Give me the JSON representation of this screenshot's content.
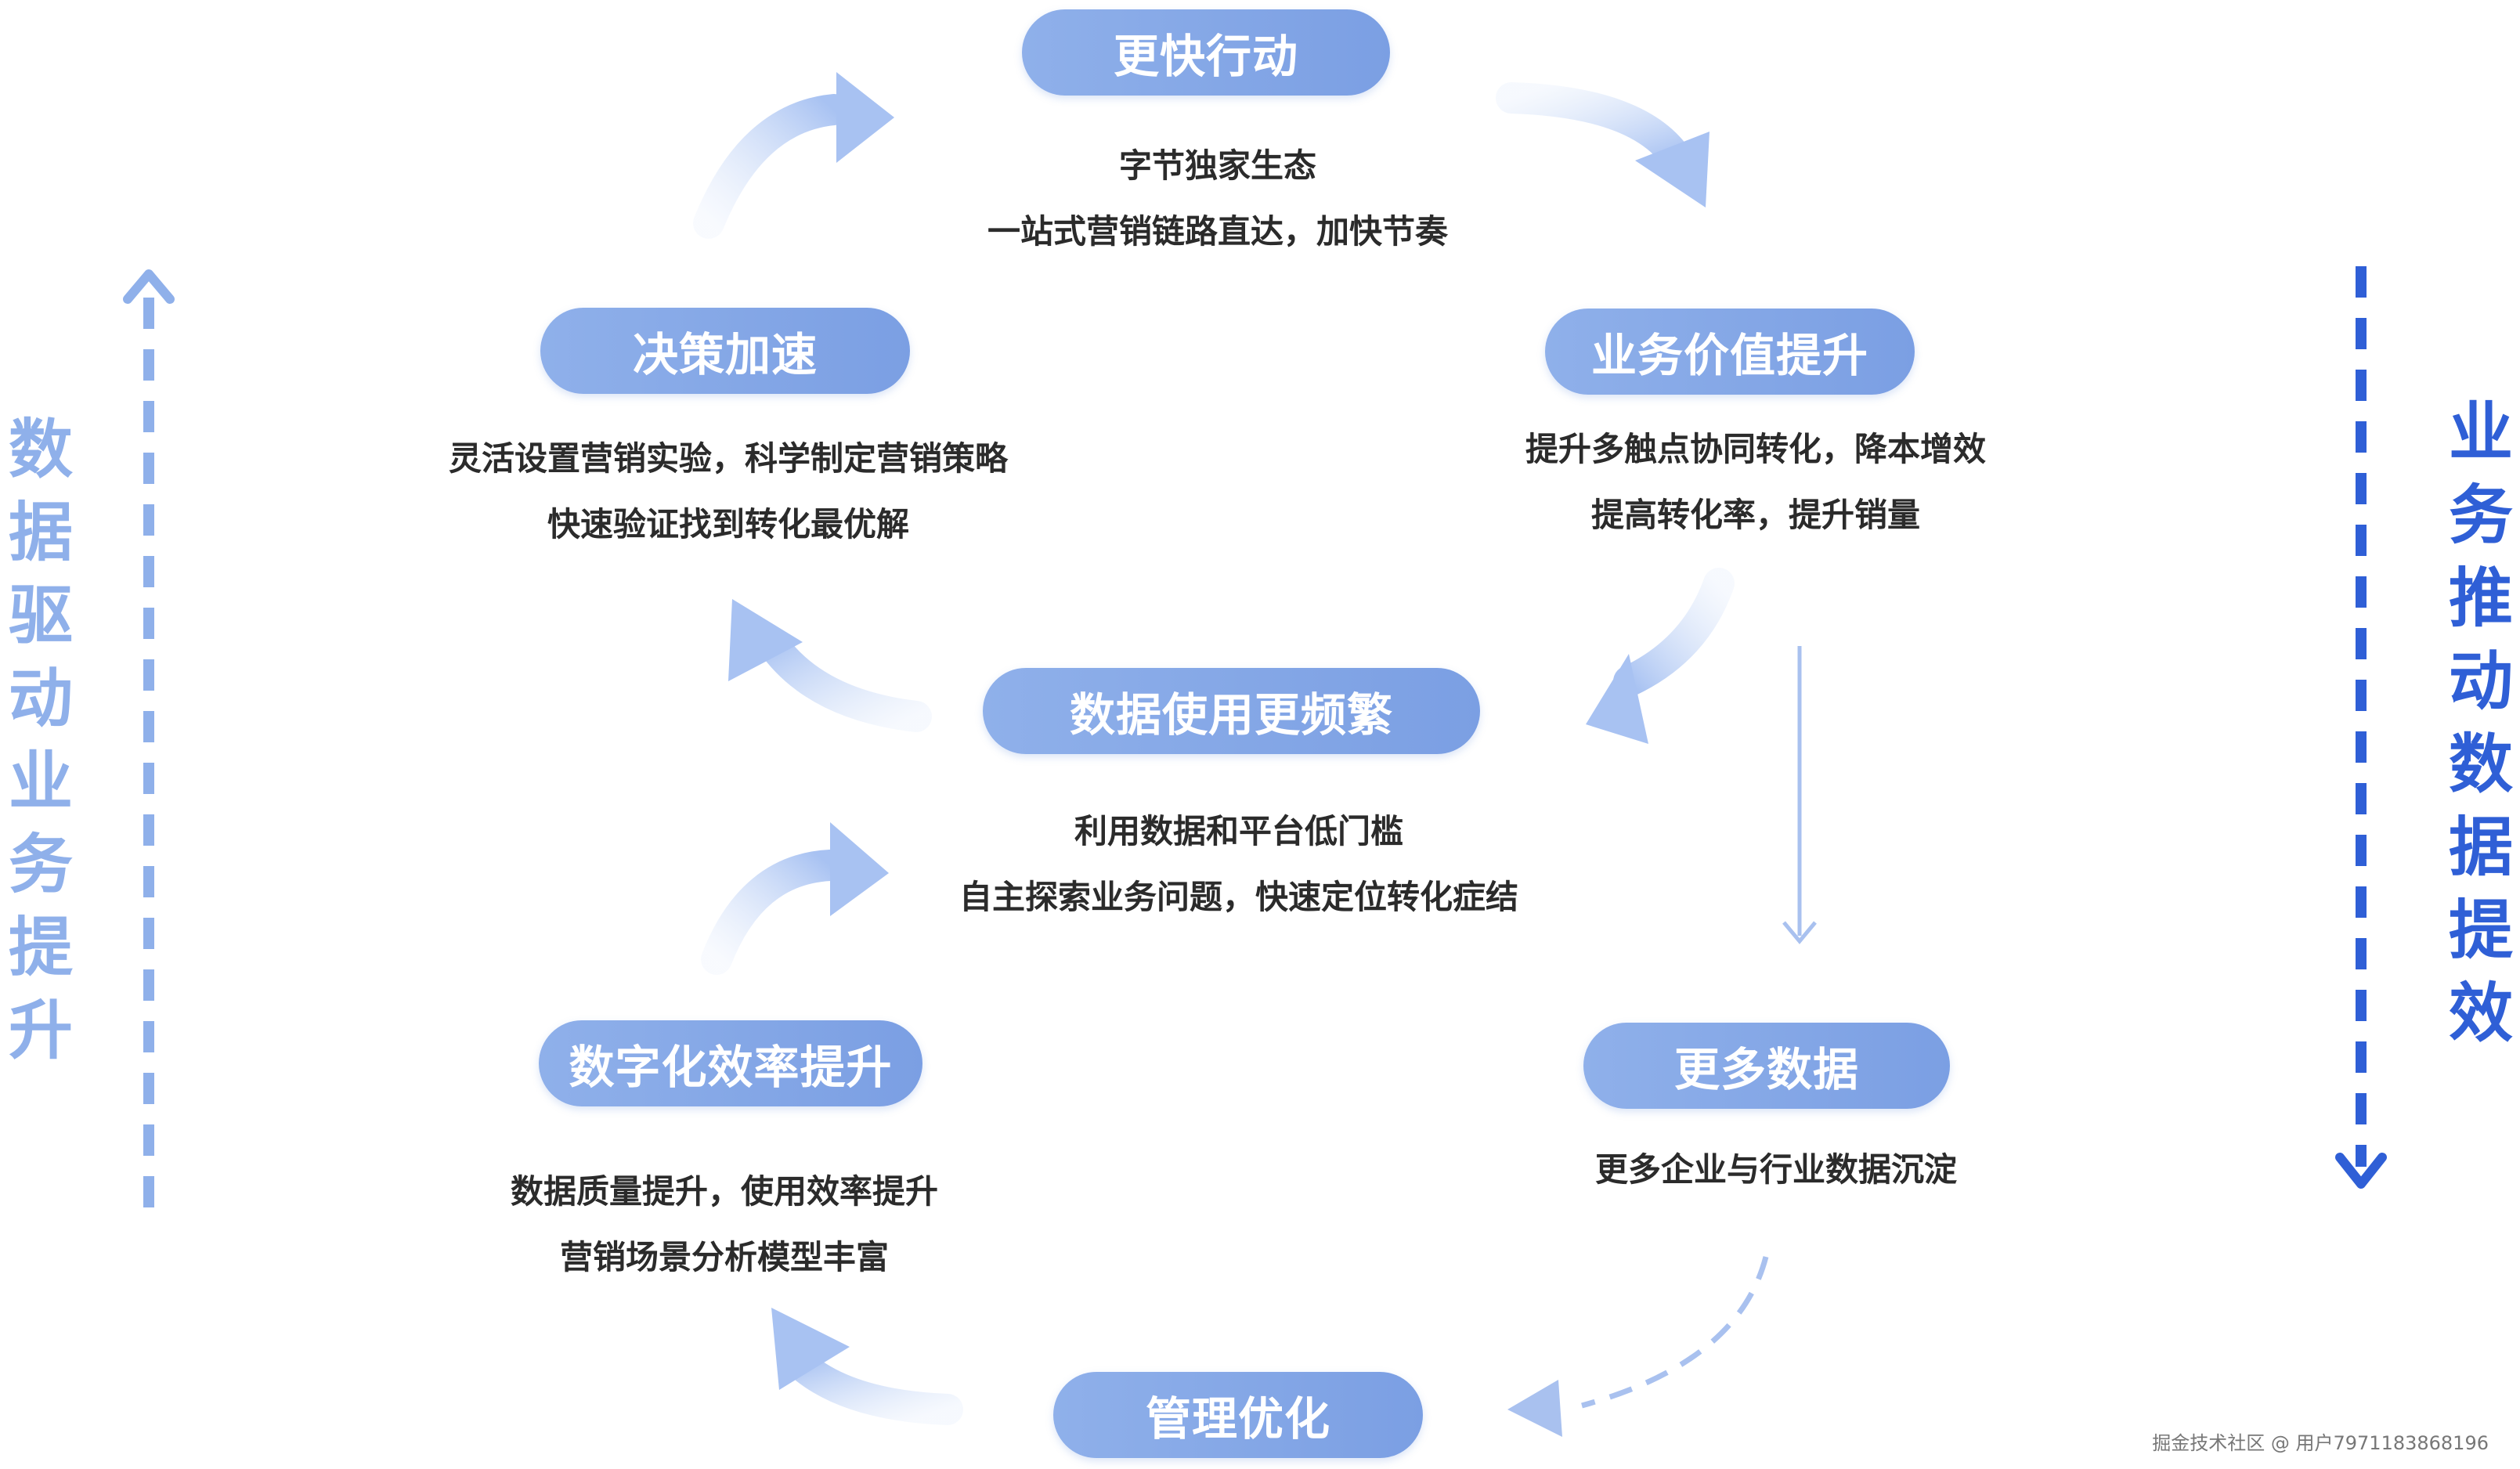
{
  "colors": {
    "pill": "#7b9fe3",
    "left_side": "#8fb0ea",
    "right_side": "#2f5fd6",
    "text": "#2b2b2b"
  },
  "nodes": {
    "faster_action": {
      "label": "更快行动",
      "lines": [
        "字节独家生态",
        "一站式营销链路直达，加快节奏"
      ]
    },
    "business_value": {
      "label": "业务价值提升",
      "lines": [
        "提升多触点协同转化，降本增效",
        "提高转化率，提升销量"
      ]
    },
    "decision_speed": {
      "label": "决策加速",
      "lines": [
        "灵活设置营销实验，科学制定营销策略",
        "快速验证找到转化最优解"
      ]
    },
    "data_usage": {
      "label": "数据使用更频繁",
      "lines": [
        "利用数据和平台低门槛",
        "自主探索业务问题，快速定位转化症结"
      ]
    },
    "digital_efficiency": {
      "label": "数字化效率提升",
      "lines": [
        "数据质量提升，使用效率提升",
        "营销场景分析模型丰富"
      ]
    },
    "more_data": {
      "label": "更多数据",
      "lines": [
        "更多企业与行业数据沉淀"
      ]
    },
    "management": {
      "label": "管理优化"
    }
  },
  "side_labels": {
    "left": "数据驱动业务提升",
    "right": "业务推动数据提效"
  },
  "watermark": "掘金技术社区 @ 用户7971183868196"
}
